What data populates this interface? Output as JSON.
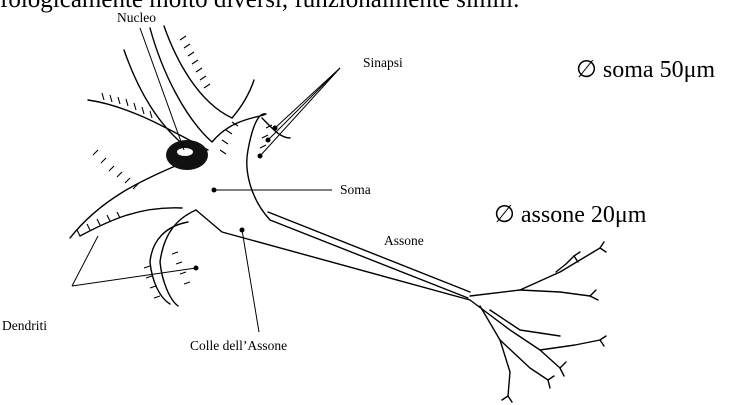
{
  "header_text": "fologicamente molto diversi, funzionalmente simili.",
  "labels": {
    "nucleo": "Nucleo",
    "sinapsi": "Sinapsi",
    "soma": "Soma",
    "assone": "Assone",
    "dendriti": "Dendriti",
    "colle": "Colle dell’Assone"
  },
  "annotations": {
    "soma_diameter": "∅ soma 50μm",
    "axon_diameter": "∅ assone 20μm"
  }
}
